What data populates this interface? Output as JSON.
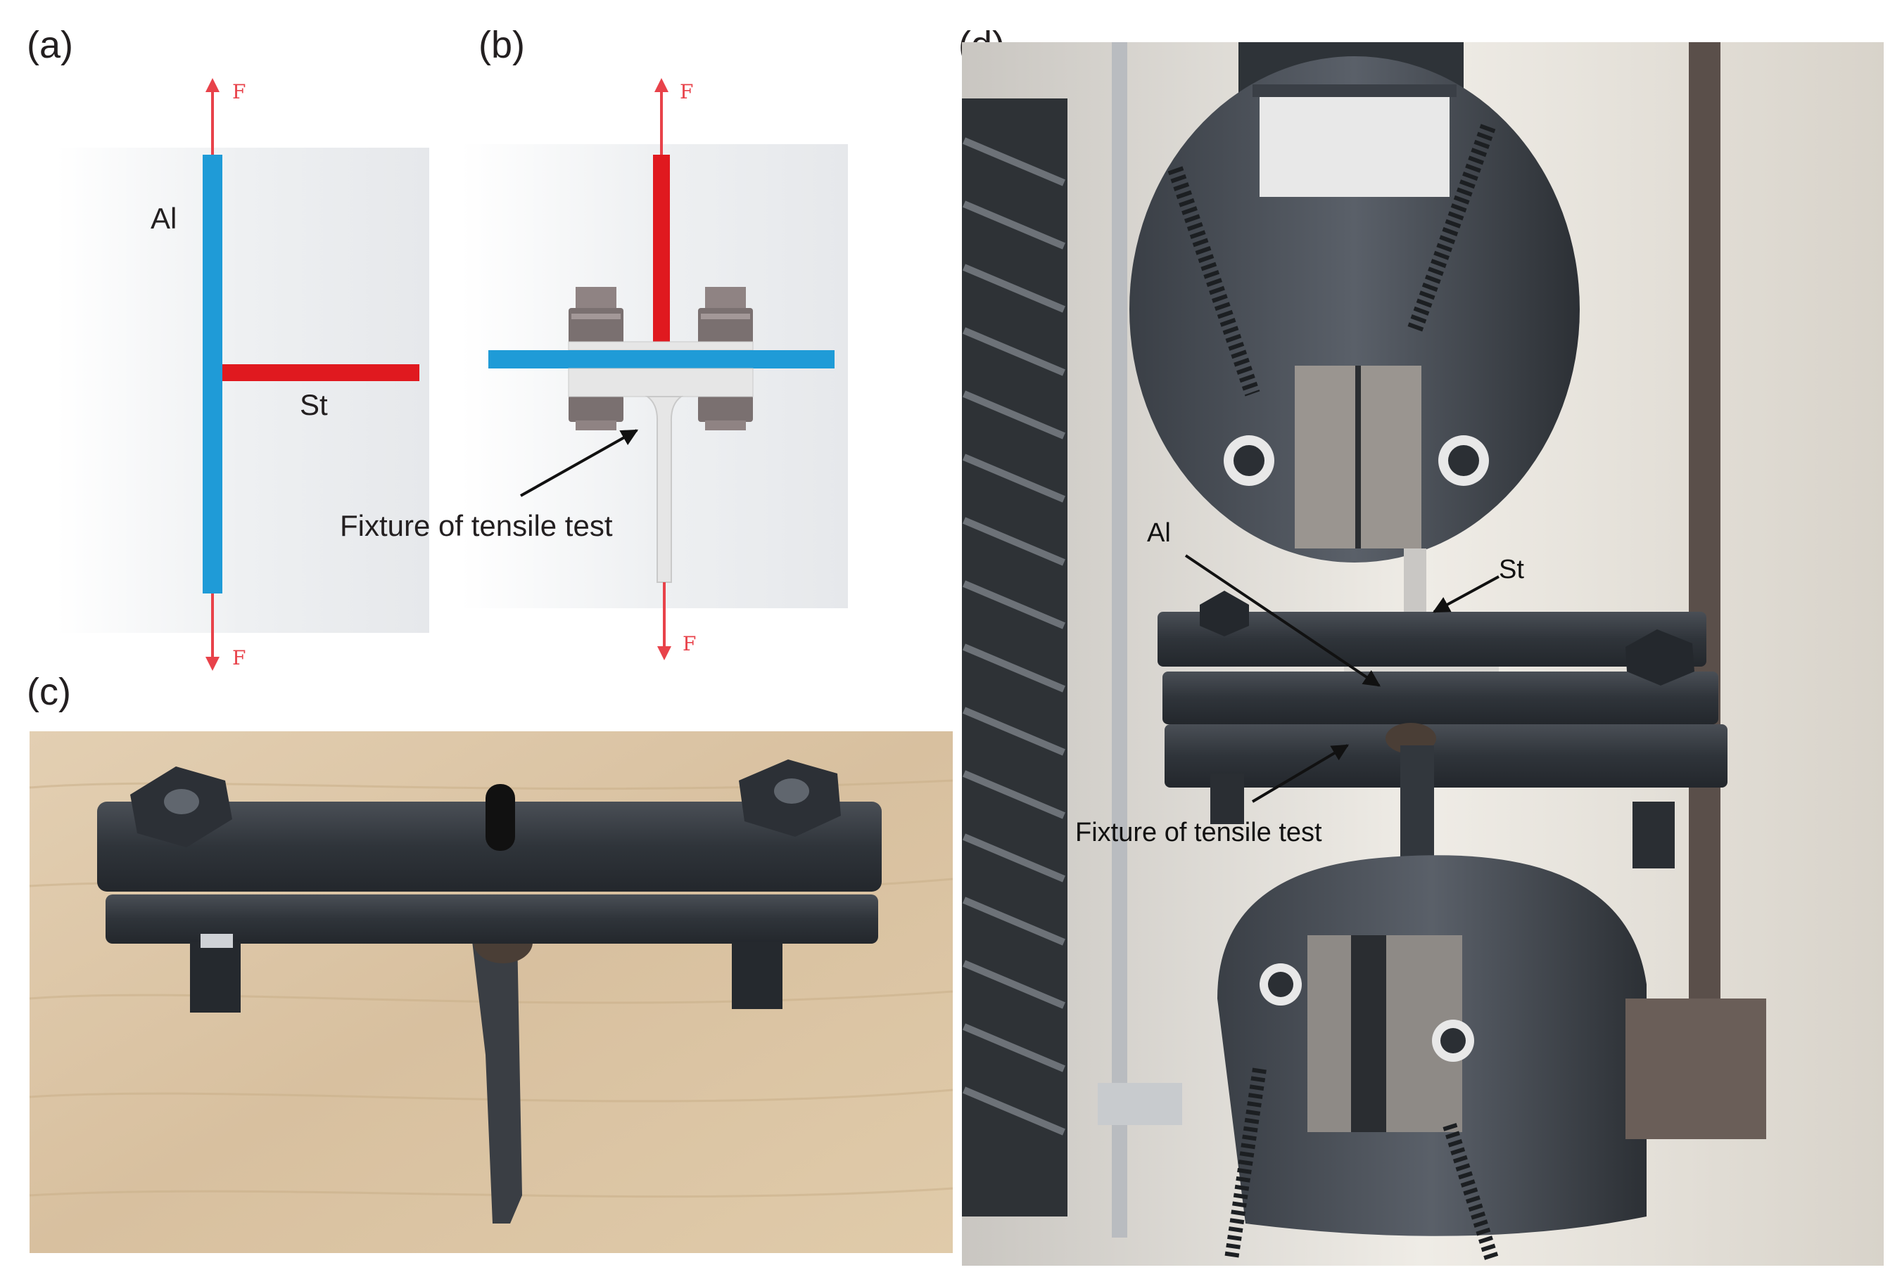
{
  "panels": {
    "a": {
      "label": "(a)",
      "al_label": "Al",
      "st_label": "St",
      "force_top": "F",
      "force_bottom": "F"
    },
    "b": {
      "label": "(b)",
      "force_top": "F",
      "force_bottom": "F",
      "fixture_label": "Fixture of tensile test"
    },
    "c": {
      "label": "(c)"
    },
    "d": {
      "label": "(d)",
      "al_label": "Al",
      "st_label": "St",
      "fixture_label": "Fixture of tensile test"
    }
  },
  "colors": {
    "aluminum": "#1f9bd7",
    "steel": "#e0191f",
    "force_arrow": "#e8424a",
    "fixture": "#e6e6e6",
    "bolt": "#8a7f7f",
    "wood": "#dcc6a6",
    "machine": "#3b4148"
  }
}
